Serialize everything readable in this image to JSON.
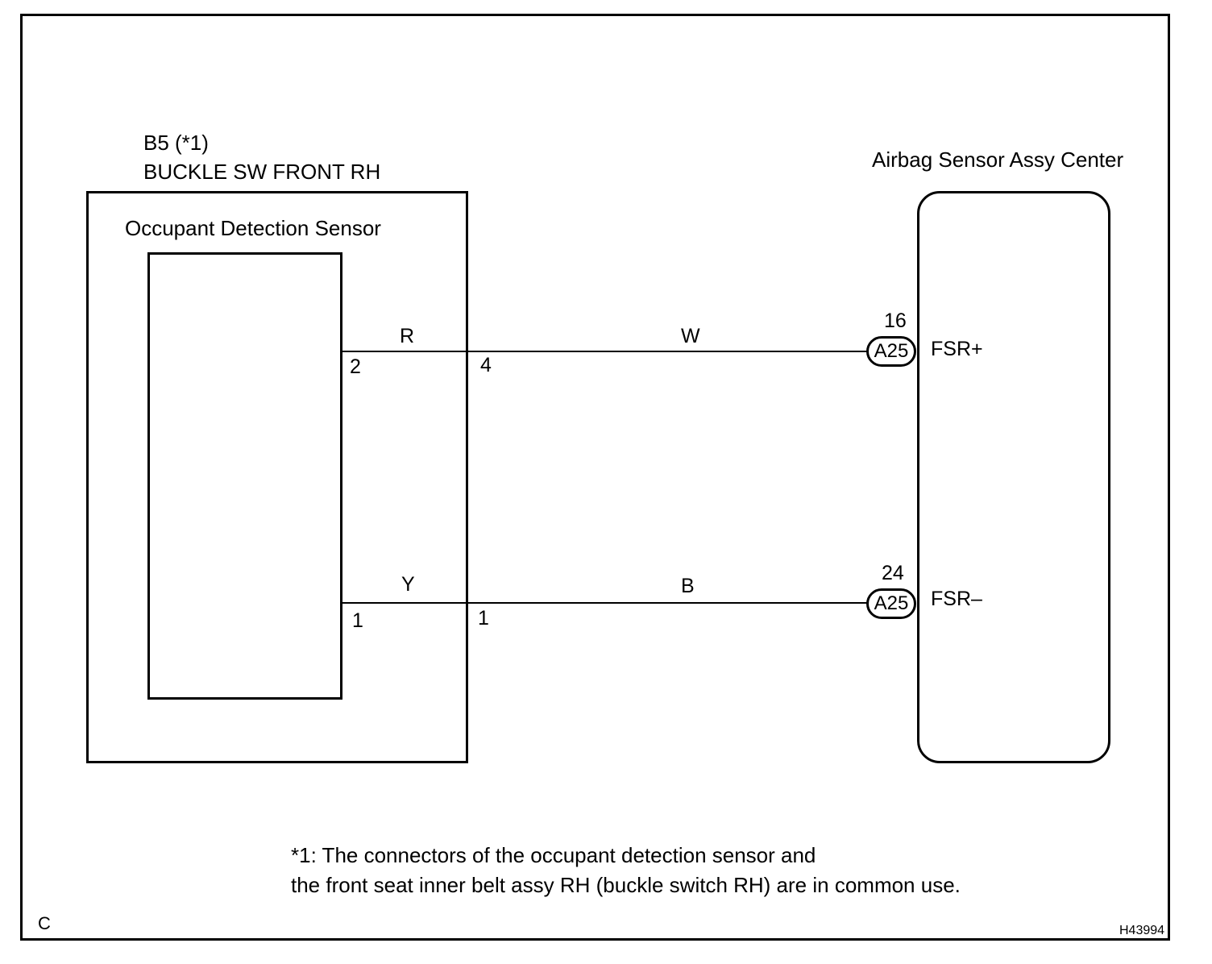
{
  "connector_component": {
    "code": "B5 (*1)",
    "name": "BUCKLE SW FRONT RH",
    "inner_label": "Occupant Detection Sensor"
  },
  "ecu": {
    "name": "Airbag Sensor Assy Center"
  },
  "circuits": [
    {
      "sensor_pin": "2",
      "sensor_wire_color": "R",
      "connector_pin": "4",
      "harness_wire_color": "W",
      "ecu_connector": "A25",
      "ecu_pin": "16",
      "ecu_terminal": "FSR+"
    },
    {
      "sensor_pin": "1",
      "sensor_wire_color": "Y",
      "connector_pin": "1",
      "harness_wire_color": "B",
      "ecu_connector": "A25",
      "ecu_pin": "24",
      "ecu_terminal": "FSR–"
    }
  ],
  "footnote": {
    "line1": "*1: The connectors of the occupant detection sensor and",
    "line2": "the front seat inner belt assy RH (buckle switch RH) are in common use."
  },
  "corner_mark": "C",
  "figure_id": "H43994"
}
